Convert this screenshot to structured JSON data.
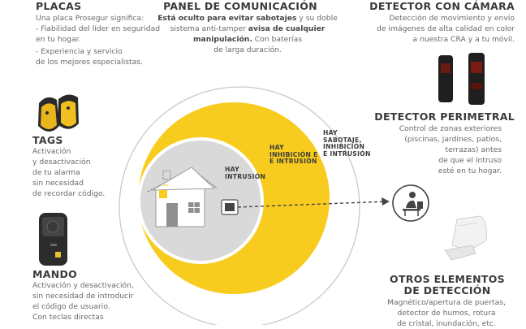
{
  "placas": {
    "title": "PLACAS",
    "lead": "Una placa Prosegur significa:",
    "bullets": [
      [
        "- Fiabilidad del líder en seguridad",
        "   en tu hogar."
      ],
      [
        "- Experiencia y servicio",
        "   de los mejores especialistas."
      ]
    ]
  },
  "tags": {
    "title": "TAGS",
    "lines": [
      "Activación",
      "y desactivación",
      "de tu alarma",
      "sin necesidad",
      "de recordar código."
    ]
  },
  "mando": {
    "title": "MANDO",
    "lines": [
      "Activación y desactivación,",
      "sin necesidad de introducir",
      "el código de usuario.",
      "Con teclas directas"
    ]
  },
  "panel": {
    "title": "PANEL DE COMUNICACIÓN",
    "line1_bold": "Está oculto para evitar sabotajes",
    "line1_rest": " y su doble",
    "line2_rest": "sistema anti-tamper ",
    "line2_bold": "avisa de cualquier",
    "line3_bold": "manipulación.",
    "line3_rest": "  Con baterías",
    "line4": "de larga duración."
  },
  "camara": {
    "title": "DETECTOR CON CÁMARA",
    "lines": [
      "Detección de movimiento y envío",
      "de imágenes de alta calidad en color",
      "a nuestra CRA y a tu móvil."
    ]
  },
  "perimetral": {
    "title": "DETECTOR PERIMETRAL",
    "lines": [
      "Control de zonas exteriores",
      "(piscinas, jardines, patios,",
      "terrazas) antes",
      "de que el intruso",
      "esté en tu hogar."
    ]
  },
  "otros": {
    "title_lines": [
      "OTROS ELEMENTOS",
      "DE DETECCIÓN"
    ],
    "lines": [
      "Magnético/apertura de puertas,",
      "detector de humos, rotura",
      "de cristal, inundación, etc."
    ]
  },
  "diagram": {
    "label_intrusion": [
      "HAY",
      "INTRUSIÓN"
    ],
    "label_inhibicion": [
      "HAY",
      "INHIBICIÓN E",
      "E INTRUSIÓN"
    ],
    "label_sabotaje": [
      "HAY",
      "SABOTAJE,",
      "INHIBICIÓN",
      "E INTRUSIÓN"
    ]
  },
  "colors": {
    "yellow": "#F7CC1E",
    "grey_circle": "#D9D9D9",
    "outline": "#BDBDBD",
    "heading": "#3A3A3A"
  }
}
